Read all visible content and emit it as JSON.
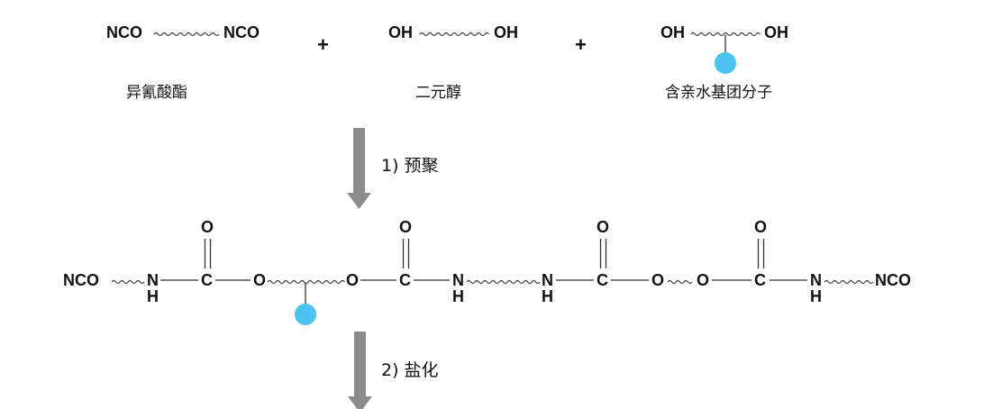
{
  "colors": {
    "hydrophilic_group": "#4cc3f0",
    "arrow": "#8c8c8c",
    "text": "#111111"
  },
  "reactants": {
    "isocyanate": {
      "left_group": "NCO",
      "right_group": "NCO",
      "caption": "异氰酸酯"
    },
    "diol": {
      "left_group": "OH",
      "right_group": "OH",
      "caption": "二元醇"
    },
    "hydrophilic_monomer": {
      "left_group": "OH",
      "right_group": "OH",
      "caption": "含亲水基团分子"
    },
    "plus_sign": "+"
  },
  "steps": {
    "step1": "1)  预聚",
    "step2": "2) 盐化"
  },
  "prepolymer": {
    "end_group": "NCO",
    "nitrogen": "N",
    "hydrogen": "H",
    "carbon": "C",
    "oxygen": "O"
  }
}
